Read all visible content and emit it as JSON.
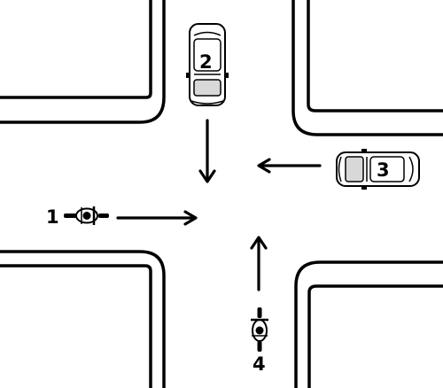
{
  "diagram": {
    "vehicles": [
      {
        "label": "1",
        "kind": "motorcycle",
        "icon": "motorcycle-icon",
        "direction": "east"
      },
      {
        "label": "2",
        "kind": "car",
        "icon": "car-icon",
        "direction": "south"
      },
      {
        "label": "3",
        "kind": "car",
        "icon": "car-icon",
        "direction": "west"
      },
      {
        "label": "4",
        "kind": "motorcycle",
        "icon": "motorcycle-icon",
        "direction": "north"
      }
    ]
  }
}
